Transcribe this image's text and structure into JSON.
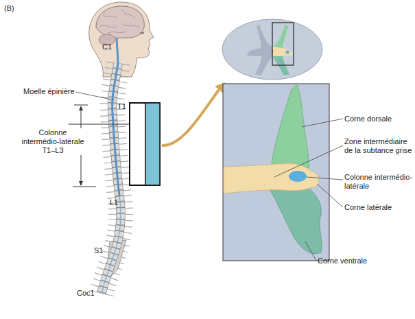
{
  "diagram": {
    "labels": [
      "(B)",
      "C1",
      "Moelle épinière",
      "T1",
      "Colonne intermédio-latérale T1–L3",
      "L1",
      "S1",
      "Coc1",
      "Corne dorsale",
      "Zone intermédiaire de la subtance grise",
      "Colonne intermédio-latérale",
      "Corne latérale",
      "Corne ventrale"
    ]
  }
}
